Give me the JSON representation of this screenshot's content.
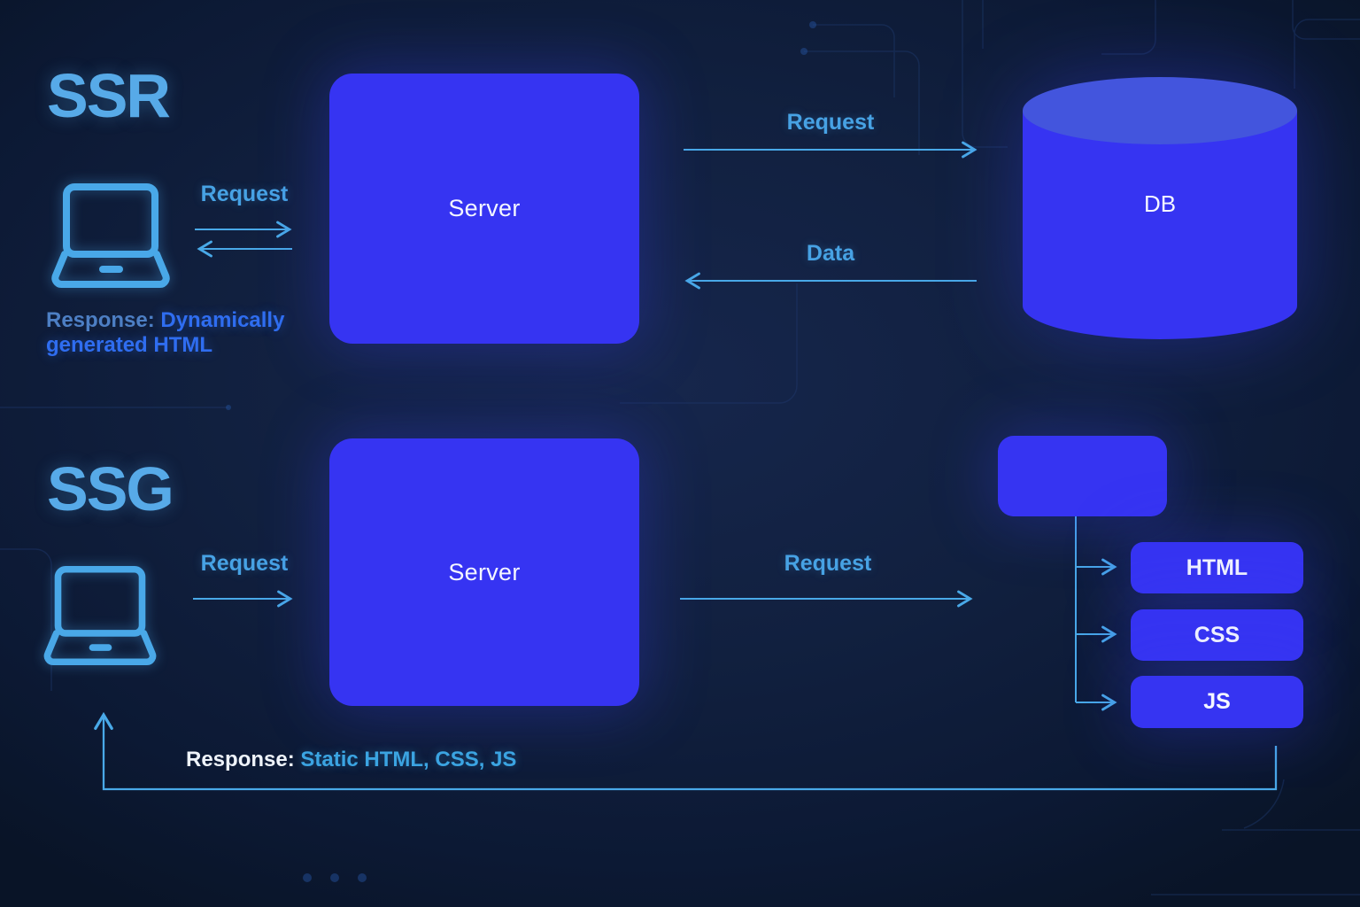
{
  "diagram_title": "SSR vs SSG rendering flow",
  "colors": {
    "background": "#0e1c38",
    "accent_sky": "#49a3e6",
    "box_blue": "#3634f2",
    "db_top_blue": "#4355dd",
    "royal_blue_text": "#2f6df0",
    "white_text": "#f4f6ff"
  },
  "ssr": {
    "title": "SSR",
    "client_icon": "laptop-icon",
    "client_request_label": "Request",
    "server_label": "Server",
    "db_request_label": "Request",
    "db_data_label": "Data",
    "db_label": "DB",
    "response_label": "Response:",
    "response_value": "Dynamically generated HTML"
  },
  "ssg": {
    "title": "SSG",
    "client_icon": "laptop-icon",
    "client_request_label": "Request",
    "server_label": "Server",
    "files_request_label": "Request",
    "files": [
      {
        "label": "HTML"
      },
      {
        "label": "CSS"
      },
      {
        "label": "JS"
      }
    ],
    "response_label": "Response:",
    "response_value": "Static HTML, CSS, JS"
  }
}
